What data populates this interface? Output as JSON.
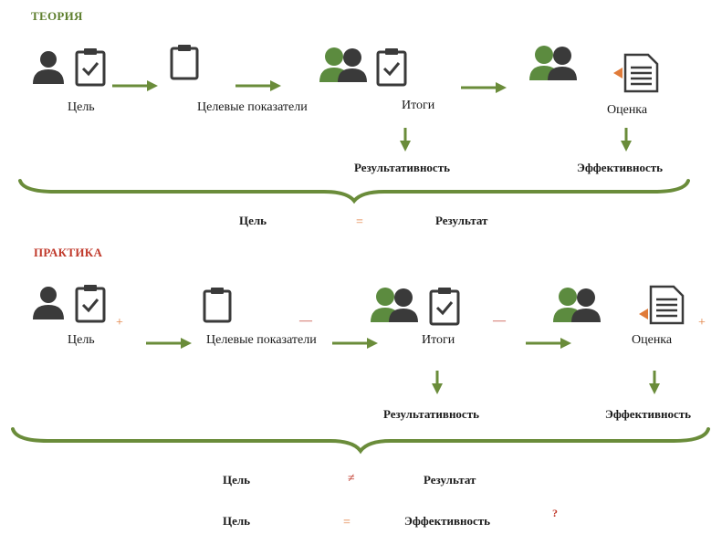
{
  "colors": {
    "green": "#6a8c3a",
    "dark": "#3a3a3a",
    "title_theory": "#5e7f2e",
    "title_practice": "#c0392b",
    "orange": "#e07b39",
    "red": "#c0392b",
    "person_green": "#5c8b3f"
  },
  "icons": [
    "person-icon",
    "clipboard-check-icon",
    "clipboard-icon",
    "group-icon",
    "document-icon"
  ],
  "theory": {
    "title": "ТЕОРИЯ",
    "steps": [
      "Цель",
      "Целевые показатели",
      "Итоги",
      "Оценка"
    ],
    "outcome_results": "Результативность",
    "outcome_efficiency": "Эффективность",
    "eq_left": "Цель",
    "eq_sign": "=",
    "eq_right": "Результат"
  },
  "practice": {
    "title": "ПРАКТИКА",
    "steps": [
      "Цель",
      "Целевые показатели",
      "Итоги",
      "Оценка"
    ],
    "plus": "+",
    "minus": "—",
    "outcome_results": "Результативность",
    "outcome_efficiency": "Эффективность",
    "eq1_left": "Цель",
    "eq1_sign": "≠",
    "eq1_right": "Результат",
    "eq2_left": "Цель",
    "eq2_sign": "=",
    "eq2_right": "Эффективность",
    "question": "?"
  }
}
